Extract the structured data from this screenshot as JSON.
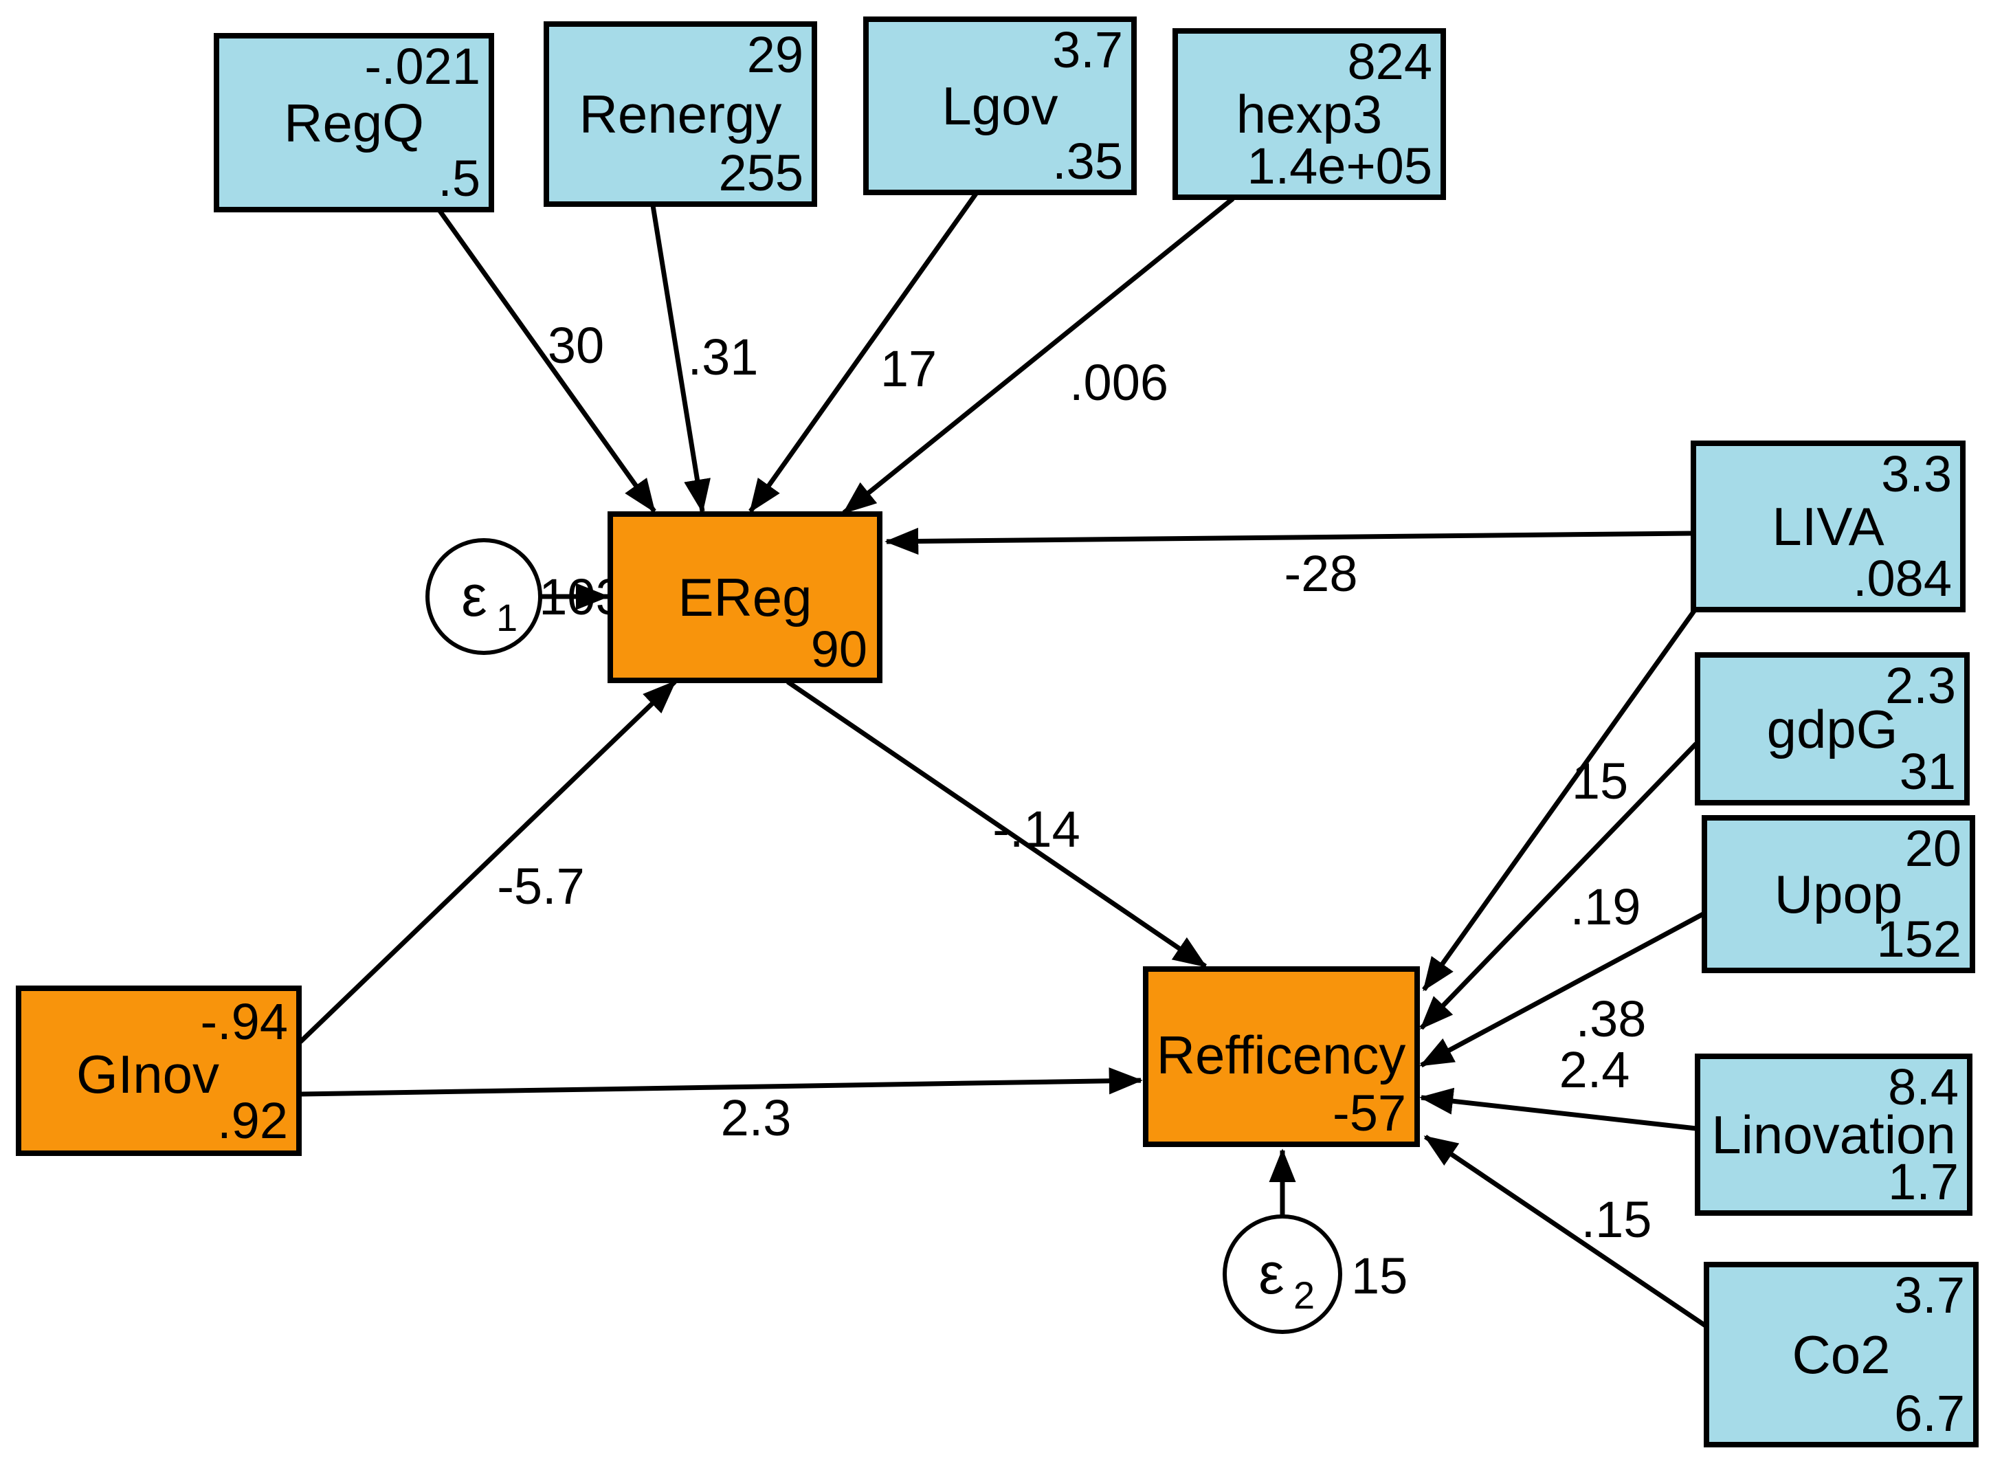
{
  "diagram": {
    "kind": "SEM path diagram",
    "colors": {
      "observed_fill": "#a6dbe8",
      "endogenous_fill": "#f8940c",
      "border": "#000000",
      "background": "#ffffff"
    },
    "nodes": {
      "regq": {
        "label": "RegQ",
        "top_right": "-.021",
        "bottom_right": ".5"
      },
      "renergy": {
        "label": "Renergy",
        "top_right": "29",
        "bottom_right": "255"
      },
      "lgov": {
        "label": "Lgov",
        "top_right": "3.7",
        "bottom_right": ".35"
      },
      "hexp3": {
        "label": "hexp3",
        "top_right": "824",
        "bottom_right": "1.4e+05"
      },
      "liva": {
        "label": "LIVA",
        "top_right": "3.3",
        "bottom_right": ".084"
      },
      "gdpg": {
        "label": "gdpG",
        "top_right": "2.3",
        "bottom_right": "31"
      },
      "upop": {
        "label": "Upop",
        "top_right": "20",
        "bottom_right": "152"
      },
      "linovation": {
        "label": "Linovation",
        "top_right": "8.4",
        "bottom_right": "1.7"
      },
      "co2": {
        "label": "Co2",
        "top_right": "3.7",
        "bottom_right": "6.7"
      },
      "ereg": {
        "label": "EReg",
        "bottom_right": "90"
      },
      "refficency": {
        "label": "Refficency",
        "bottom_right": "-57"
      },
      "ginov": {
        "label": "GInov",
        "top_right": "-.94",
        "bottom_right": ".92"
      },
      "eps1": {
        "label": "ε",
        "sub": "1",
        "variance": "103"
      },
      "eps2": {
        "label": "ε",
        "sub": "2",
        "variance": "15"
      }
    },
    "edges": {
      "regq_ereg": {
        "label": "30"
      },
      "renergy_ereg": {
        "label": ".31"
      },
      "lgov_ereg": {
        "label": "17"
      },
      "hexp3_ereg": {
        "label": ".006"
      },
      "liva_ereg": {
        "label": "-28"
      },
      "ginov_ereg": {
        "label": "-5.7"
      },
      "ereg_refficency": {
        "label": "-.14"
      },
      "ginov_refficency": {
        "label": "2.3"
      },
      "liva_refficency": {
        "label": "15"
      },
      "gdpg_refficency": {
        "label": ".19"
      },
      "upop_refficency": {
        "label": ".38"
      },
      "linovation_refficency": {
        "label": "2.4"
      },
      "co2_refficency": {
        "label": ".15"
      }
    }
  }
}
